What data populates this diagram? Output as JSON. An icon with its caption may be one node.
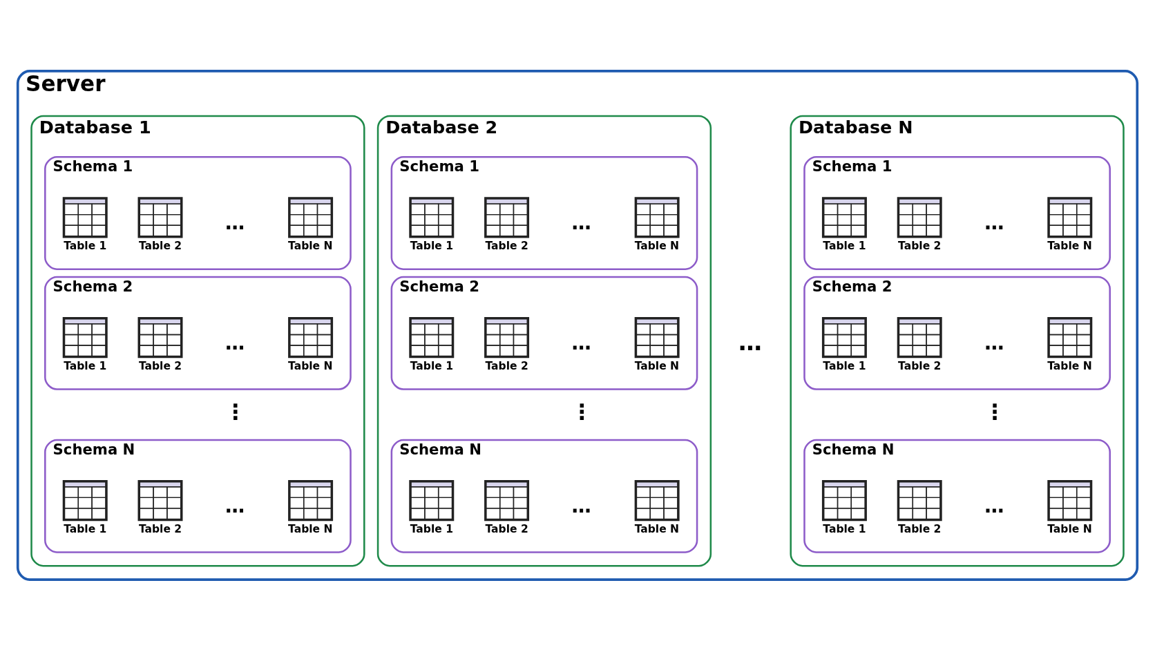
{
  "diagram": {
    "nodes": [
      {
        "text": [
          "Server"
        ]
      },
      {
        "text": [
          "Database 1"
        ],
        "in": 0
      },
      {
        "text": [
          "Schema 1"
        ],
        "in": 1
      },
      {
        "text": [
          "Table 1"
        ],
        "in": 2
      },
      {
        "text": [
          "Table 2"
        ],
        "in": 2
      },
      {
        "text": [
          "Table N"
        ],
        "in": 2
      },
      {
        "text": [
          "Schema 2"
        ],
        "in": 1
      },
      {
        "text": [
          "Table 1"
        ],
        "in": 6
      },
      {
        "text": [
          "Table 2"
        ],
        "in": 6
      },
      {
        "text": [
          "Table N"
        ],
        "in": 6
      },
      {
        "text": [
          "Schema N"
        ],
        "in": 1
      },
      {
        "text": [
          "Table 1"
        ],
        "in": 10
      },
      {
        "text": [
          "Table 2"
        ],
        "in": 10
      },
      {
        "text": [
          "Table N"
        ],
        "in": 10
      },
      {
        "text": [
          "Database 2"
        ],
        "in": 0
      },
      {
        "text": [
          "Schema 1"
        ],
        "in": 14
      },
      {
        "text": [
          "Table 1"
        ],
        "in": 15
      },
      {
        "text": [
          "Table 2"
        ],
        "in": 15
      },
      {
        "text": [
          "Table N"
        ],
        "in": 15
      },
      {
        "text": [
          "Schema 2"
        ],
        "in": 14
      },
      {
        "text": [
          "Table 1"
        ],
        "in": 19
      },
      {
        "text": [
          "Table 2"
        ],
        "in": 19
      },
      {
        "text": [
          "Table N"
        ],
        "in": 19
      },
      {
        "text": [
          "Schema N"
        ],
        "in": 14
      },
      {
        "text": [
          "Table 1"
        ],
        "in": 23
      },
      {
        "text": [
          "Table 2"
        ],
        "in": 23
      },
      {
        "text": [
          "Table N"
        ],
        "in": 23
      },
      {
        "text": [
          "Database N"
        ],
        "in": 0
      },
      {
        "text": [
          "Schema 1"
        ],
        "in": 27
      },
      {
        "text": [
          "Table 1"
        ],
        "in": 28
      },
      {
        "text": [
          "Table 2"
        ],
        "in": 28
      },
      {
        "text": [
          "Table N"
        ],
        "in": 28
      },
      {
        "text": [
          "Schema 2"
        ],
        "in": 27
      },
      {
        "text": [
          "Table 1"
        ],
        "in": 32
      },
      {
        "text": [
          "Table 2"
        ],
        "in": 32
      },
      {
        "text": [
          "Table N"
        ],
        "in": 32
      },
      {
        "text": [
          "Schema N"
        ],
        "in": 27
      },
      {
        "text": [
          "Table 1"
        ],
        "in": 36
      },
      {
        "text": [
          "Table 2"
        ],
        "in": 36
      },
      {
        "text": [
          "Table N"
        ],
        "in": 36
      }
    ],
    "labels": [
      "…",
      "…",
      "⋮",
      "…",
      "…",
      "…",
      "⋮",
      "…",
      "…",
      "…",
      "…",
      "⋮",
      "…"
    ]
  }
}
